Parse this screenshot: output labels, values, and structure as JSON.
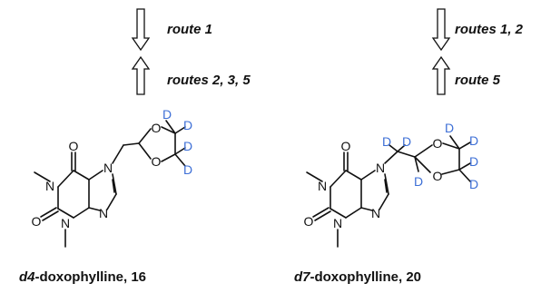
{
  "colors": {
    "deuterium": "#3d6fd6",
    "ink": "#111111"
  },
  "left": {
    "arrow_down_label": "route 1",
    "arrow_up_label": "routes 2, 3, 5",
    "deuterium_symbol": "D",
    "atoms": {
      "O": "O",
      "N": "N"
    },
    "caption_prefix": "d4",
    "caption_name": "-doxophylline",
    "caption_number": ", 16"
  },
  "right": {
    "arrow_down_label": "routes 1, 2",
    "arrow_up_label": "route 5",
    "deuterium_symbol": "D",
    "atoms": {
      "O": "O",
      "N": "N"
    },
    "caption_prefix": "d7",
    "caption_name": "-doxophylline",
    "caption_number": ", 20"
  }
}
